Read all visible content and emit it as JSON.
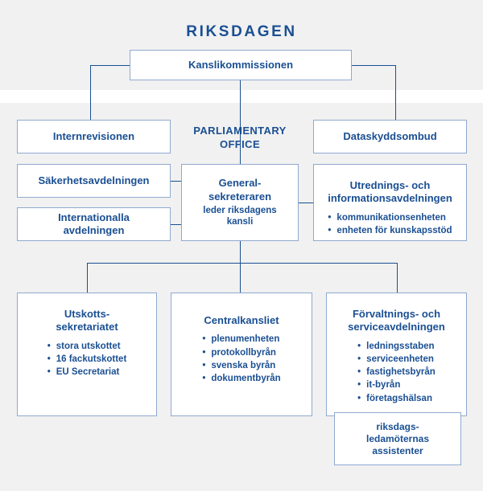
{
  "page": {
    "title": "RIKSDAGEN",
    "accent_color": "#1a4f93",
    "box_border_color": "#8fa9d0",
    "background_color": "#f1f1f1",
    "box_fill_color": "#ffffff"
  },
  "labels": {
    "parliamentary_office": "PARLIAMENTARY\nOFFICE",
    "parliamentary_office_line1": "PARLIAMENTARY",
    "parliamentary_office_line2": "OFFICE"
  },
  "nodes": {
    "kanslikommissionen": {
      "title": "Kanslikommissionen"
    },
    "internrevisionen": {
      "title": "Internrevisionen"
    },
    "dataskyddsombud": {
      "title": "Dataskyddsombud"
    },
    "sakerhetsavdelningen": {
      "title": "Säkerhetsavdelningen"
    },
    "internationella_avdelningen": {
      "title_line1": "Internationalla",
      "title_line2": "avdelningen"
    },
    "generalsekreteraren": {
      "title_line1": "General-",
      "title_line2": "sekreteraren",
      "subtitle_line1": "leder riksdagens",
      "subtitle_line2": "kansli"
    },
    "utrednings_och_informationsavdelningen": {
      "title_line1": "Utrednings- och",
      "title_line2": "informationsavdelningen",
      "items": [
        "kommunikationsenheten",
        "enheten för kunskapsstöd"
      ]
    },
    "utskottssekretariatet": {
      "title_line1": "Utskotts-",
      "title_line2": "sekretariatet",
      "items": [
        "stora utskottet",
        "16 fackutskottet",
        "EU Secretariat"
      ]
    },
    "centralkansliet": {
      "title": "Centralkansliet",
      "items": [
        "plenumenheten",
        "protokollbyrån",
        "svenska byrån",
        "dokumentbyrån"
      ]
    },
    "forvaltnings_och_serviceavdelningen": {
      "title_line1": "Förvaltnings- och",
      "title_line2": "serviceavdelningen",
      "items": [
        "ledningsstaben",
        "serviceenheten",
        "fastighetsbyrån",
        "it-byrån",
        "företagshälsan"
      ]
    },
    "riksdagsledamoternas_assistenter": {
      "title_line1": "riksdags-",
      "title_line2": "ledamöternas",
      "title_line3": "assistenter"
    }
  }
}
